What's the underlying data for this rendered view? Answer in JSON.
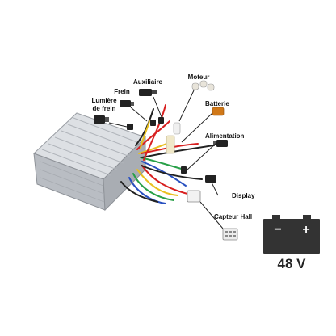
{
  "labels": {
    "auxiliaire": "Auxiliaire",
    "moteur": "Moteur",
    "frein": "Frein",
    "lumiere": "Lumière\nde frein",
    "batterie": "Batterie",
    "alimentation": "Alimentation",
    "display": "Display",
    "capteur_hall": "Capteur Hall"
  },
  "battery": {
    "voltage": "48 V",
    "minus": "−",
    "plus": "+"
  },
  "colors": {
    "controller_body": "#c9ccd1",
    "wire_red": "#d82020",
    "wire_yellow": "#e8c020",
    "wire_green": "#28a048",
    "wire_blue": "#2850c0",
    "wire_black": "#222222",
    "connector_orange": "#d07818",
    "battery_fill": "#333333"
  },
  "icons": [
    "controller-image",
    "battery-icon",
    "connector-icon"
  ]
}
